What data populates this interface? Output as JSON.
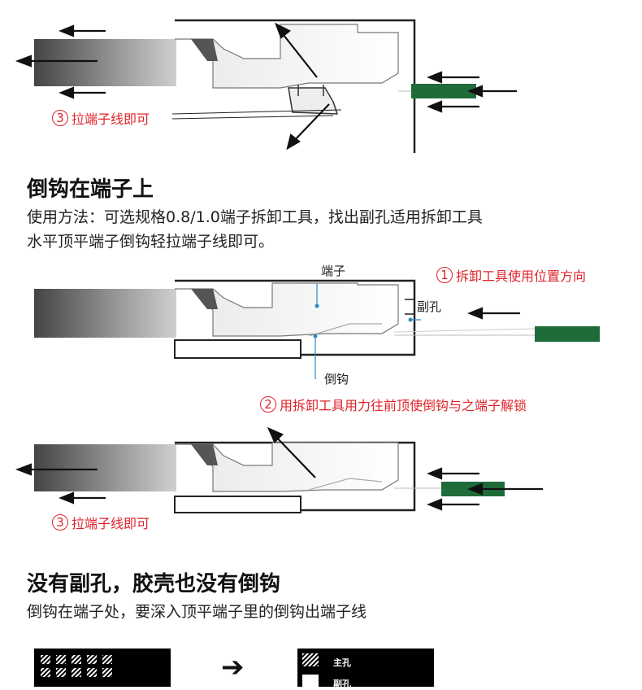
{
  "section1": {
    "step3_num": "3",
    "step3_text": "拉端子线即可"
  },
  "section2": {
    "heading": "倒钩在端子上",
    "desc_line1": "使用方法：可选规格0.8/1.0端子拆卸工具，找出副孔适用拆卸工具",
    "desc_line2": "水平顶平端子倒钩轻拉端子线即可。",
    "label_terminal": "端子",
    "label_sub_hole": "副孔",
    "label_barb": "倒钩",
    "step1_num": "1",
    "step1_text": "拆卸工具使用位置方向",
    "step2_num": "2",
    "step2_text": "用拆卸工具用力往前顶使倒钩与之端子解锁",
    "step3_num": "3",
    "step3_text": "拉端子线即可"
  },
  "section3": {
    "heading": "没有副孔，胶壳也没有倒钩",
    "desc": "倒钩在端子处，要深入顶平端子里的倒钩出端子线",
    "legend_main": "主孔",
    "legend_sub": "副孔",
    "arrow": "➔"
  },
  "colors": {
    "accent_red": "#e0232a",
    "tool_green": "#1f6b3a",
    "dark": "#111111"
  }
}
